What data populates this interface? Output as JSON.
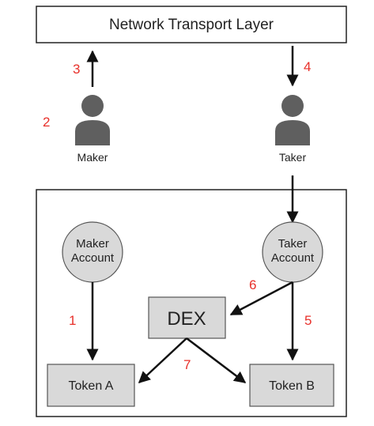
{
  "header": {
    "title": "Network Transport Layer"
  },
  "actors": {
    "maker": {
      "label": "Maker",
      "icon": "person-icon"
    },
    "taker": {
      "label": "Taker",
      "icon": "person-icon"
    }
  },
  "accounts": {
    "maker": {
      "line1": "Maker",
      "line2": "Account"
    },
    "taker": {
      "line1": "Taker",
      "line2": "Account"
    }
  },
  "boxes": {
    "dex": "DEX",
    "token_a": "Token A",
    "token_b": "Token B"
  },
  "steps": {
    "s1": "1",
    "s2": "2",
    "s3": "3",
    "s4": "4",
    "s5": "5",
    "s6": "6",
    "s7": "7"
  },
  "colors": {
    "step_number": "#e8302a",
    "node_fill": "#d9d9d9",
    "person_fill": "#5f5f5f",
    "stroke": "#222222"
  }
}
